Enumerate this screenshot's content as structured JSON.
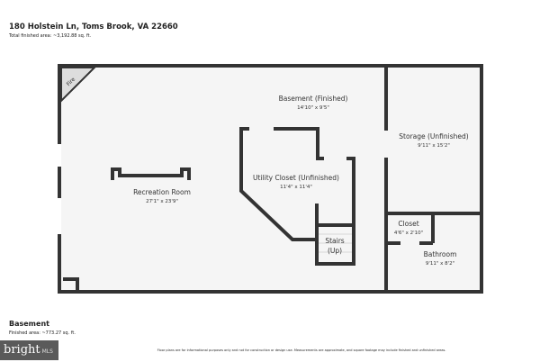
{
  "header": {
    "address": "180 Holstein Ln, Toms Brook, VA 22660",
    "total_area": "Total finished area: ~3,192.88 sq. ft."
  },
  "floor": {
    "name": "Basement",
    "finished_area": "Finished area: ~773.27 sq. ft."
  },
  "rooms": [
    {
      "name": "Basement (Finished)",
      "dims": "14'10\" x 9'5\""
    },
    {
      "name": "Recreation Room",
      "dims": "27'1\" x 23'9\""
    },
    {
      "name": "Utility Closet (Unfinished)",
      "dims": "11'4\" x 11'4\""
    },
    {
      "name": "Storage (Unfinished)",
      "dims": "9'11\" x 15'2\""
    },
    {
      "name": "Closet",
      "dims": "4'6\" x 2'10\""
    },
    {
      "name": "Bathroom",
      "dims": "9'11\" x 8'2\""
    }
  ],
  "stairs": {
    "line1": "Stairs",
    "line2": "(Up)"
  },
  "fireplace_label": "Fire",
  "logo": {
    "brand": "bright",
    "sub": "MLS"
  },
  "disclaimer": "Floor plans are for informational purposes only and not for construction or design use. Measurements are approximate, and square footage may include finished and unfinished areas."
}
